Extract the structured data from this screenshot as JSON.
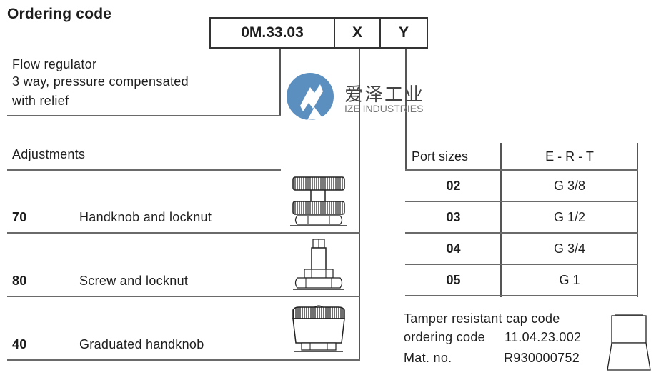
{
  "title": "Ordering code",
  "code_boxes": {
    "base": "0M.33.03",
    "x": "X",
    "y": "Y"
  },
  "description": {
    "line1": "Flow regulator",
    "line2": "3 way, pressure compensated",
    "line3": "with relief"
  },
  "watermark": {
    "cn": "爱泽工业",
    "en": "IZE INDUSTRIES",
    "color": "#5b8fc0"
  },
  "adjustments": {
    "header": "Adjustments",
    "items": [
      {
        "code": "70",
        "label": "Handknob and locknut",
        "icon": "handknob-locknut-icon"
      },
      {
        "code": "80",
        "label": "Screw and locknut",
        "icon": "screw-locknut-icon"
      },
      {
        "code": "40",
        "label": "Graduated handknob",
        "icon": "graduated-handknob-icon"
      }
    ]
  },
  "port_sizes": {
    "header_left": "Port sizes",
    "header_right": "E - R - T",
    "rows": [
      {
        "code": "02",
        "size": "G 3/8"
      },
      {
        "code": "03",
        "size": "G 1/2"
      },
      {
        "code": "04",
        "size": "G 3/4"
      },
      {
        "code": "05",
        "size": "G 1"
      }
    ]
  },
  "tamper_cap": {
    "line1": "Tamper resistant cap code",
    "line2_label": "ordering code",
    "line2_value": "11.04.23.002",
    "line3_label": "Mat. no.",
    "line3_value": "R930000752"
  }
}
